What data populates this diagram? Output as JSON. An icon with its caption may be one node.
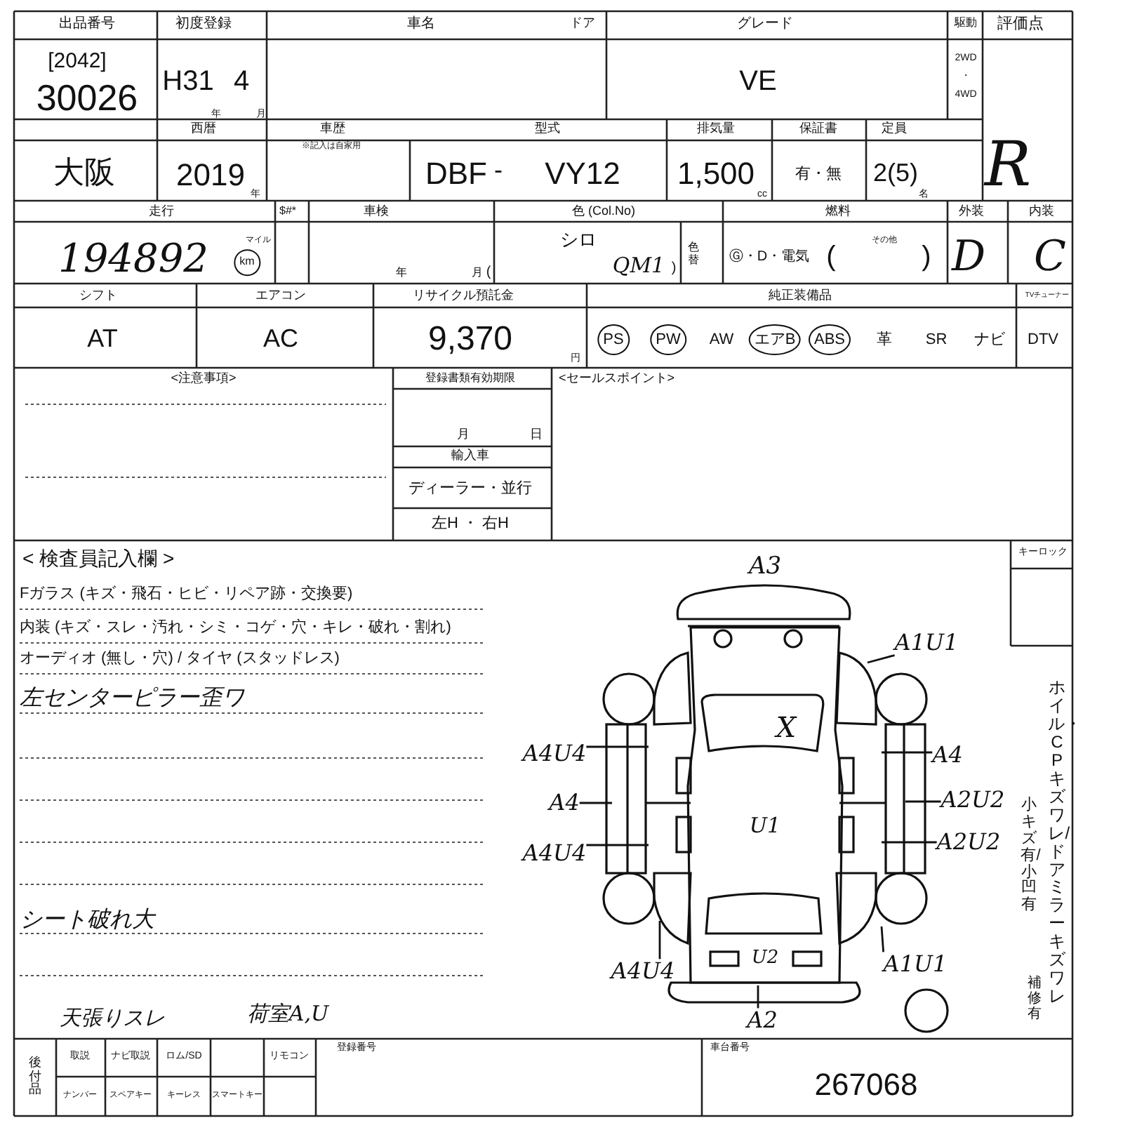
{
  "diagram": {
    "nodes": [
      {
        "text": [
          "A1U1"
        ]
      },
      {
        "text": [
          "A4U4"
        ]
      },
      {
        "text": [
          "A4"
        ]
      },
      {
        "text": [
          "A4U4"
        ]
      },
      {
        "text": [
          "A4"
        ]
      },
      {
        "text": [
          "A2U2"
        ]
      },
      {
        "text": [
          "A2U2"
        ]
      },
      {
        "text": [
          "A4U4"
        ]
      },
      {
        "text": [
          "A1U1"
        ]
      },
      {
        "text": [
          "A2"
        ]
      }
    ],
    "edges": [
      {
        "from": 0,
        "to": null,
        "arrow": "none"
      },
      {
        "from": 1,
        "to": null,
        "arrow": "none"
      },
      {
        "from": 2,
        "to": null,
        "arrow": "none"
      },
      {
        "from": 3,
        "to": null,
        "arrow": "none"
      },
      {
        "from": 4,
        "to": null,
        "arrow": "none"
      },
      {
        "from": 5,
        "to": null,
        "arrow": "none"
      },
      {
        "from": 6,
        "to": null,
        "arrow": "none"
      },
      {
        "from": 7,
        "to": null,
        "arrow": "none"
      },
      {
        "from": 8,
        "to": null,
        "arrow": "none"
      },
      {
        "from": 9,
        "to": null,
        "arrow": "none"
      }
    ],
    "labels": [
      "出品番号",
      "初度登録",
      "車名",
      "ドア",
      "グレード",
      "駆動",
      "評価点",
      "[2042]",
      "30026",
      "H31",
      "4",
      "年",
      "月",
      "VE",
      "2WD",
      "・",
      "4WD",
      "R",
      "西暦",
      "車歴",
      "※記入は自家用",
      "型式",
      "排気量",
      "保証書",
      "定員",
      "大阪",
      "2019",
      "年",
      "DBF",
      "-",
      "VY12",
      "1,500",
      "cc",
      "有・無",
      "2(5)",
      "名",
      "走行",
      "$#*",
      "車検",
      "色 (Col.No)",
      "燃料",
      "外装",
      "内装",
      "194892",
      "マイル",
      "km",
      "年",
      "月",
      "(",
      "シロ",
      "QM1",
      ")",
      "色替",
      "Ⓖ・D・電気",
      "(",
      "その他",
      ")",
      "D",
      "C",
      "シフト",
      "エアコン",
      "リサイクル預託金",
      "純正装備品",
      "TVチューナー",
      "AT",
      "AC",
      "9,370",
      "円",
      "PS",
      "PW",
      "AW",
      "エアB",
      "ABS",
      "革",
      "SR",
      "ナビ",
      "DTV",
      "<注意事項>",
      "登録書類有効期限",
      "月",
      "日",
      "輸入車",
      "ディーラー・並行",
      "左H ・ 右H",
      "<セールスポイント>",
      "< 検査員記入欄 >",
      "Fガラス (キズ・飛石・ヒビ・リペア跡・交換要)",
      "内装 (キズ・スレ・汚れ・シミ・コゲ・穴・キレ・破れ・割れ)",
      "オーディオ (無し・穴) / タイヤ (スタッドレス)",
      "左センターピラー歪ワ",
      "シート破れ大",
      "天張りスレ",
      "荷室A,U",
      "キーロック",
      "A3",
      "X",
      "U1",
      "U2",
      "ホイル・CPキズワレ/ドアミラーキズワレ",
      "小キズ有/小凹有",
      "補修有",
      "後付品",
      "取説",
      "ナビ取説",
      "ロム/SD",
      "リモコン",
      "登録番号",
      "車台番号",
      "ナンバー",
      "スペアキー",
      "キーレス",
      "スマートキー",
      "267068"
    ]
  }
}
